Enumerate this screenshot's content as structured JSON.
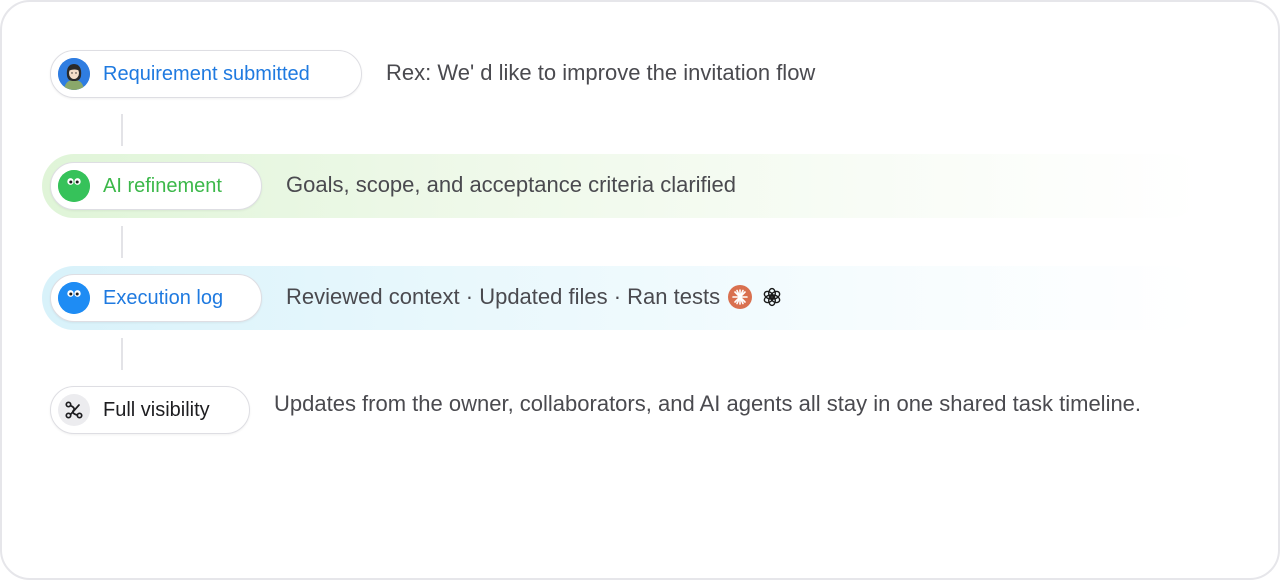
{
  "timeline": {
    "steps": [
      {
        "label": "Requirement submitted",
        "label_color": "#1f7ae0",
        "icon": "user-avatar-icon",
        "description": "Rex: We' d like to improve the invitation flow"
      },
      {
        "label": "AI refinement",
        "label_color": "#3cb84a",
        "icon": "green-bot-face-icon",
        "description": "Goals, scope, and acceptance criteria clarified",
        "highlight_color": "#e2f5db"
      },
      {
        "label": "Execution log",
        "label_color": "#1f7ae0",
        "icon": "blue-bot-face-icon",
        "description": "Reviewed context · Updated files · Ran tests",
        "highlight_color": "#dbf2fa",
        "agent_icons": [
          "claude-icon",
          "openai-icon"
        ]
      },
      {
        "label": "Full visibility",
        "label_color": "#1d1d20",
        "icon": "share-nodes-icon",
        "description": "Updates from the owner, collaborators, and AI agents all stay in one shared task timeline."
      }
    ]
  }
}
